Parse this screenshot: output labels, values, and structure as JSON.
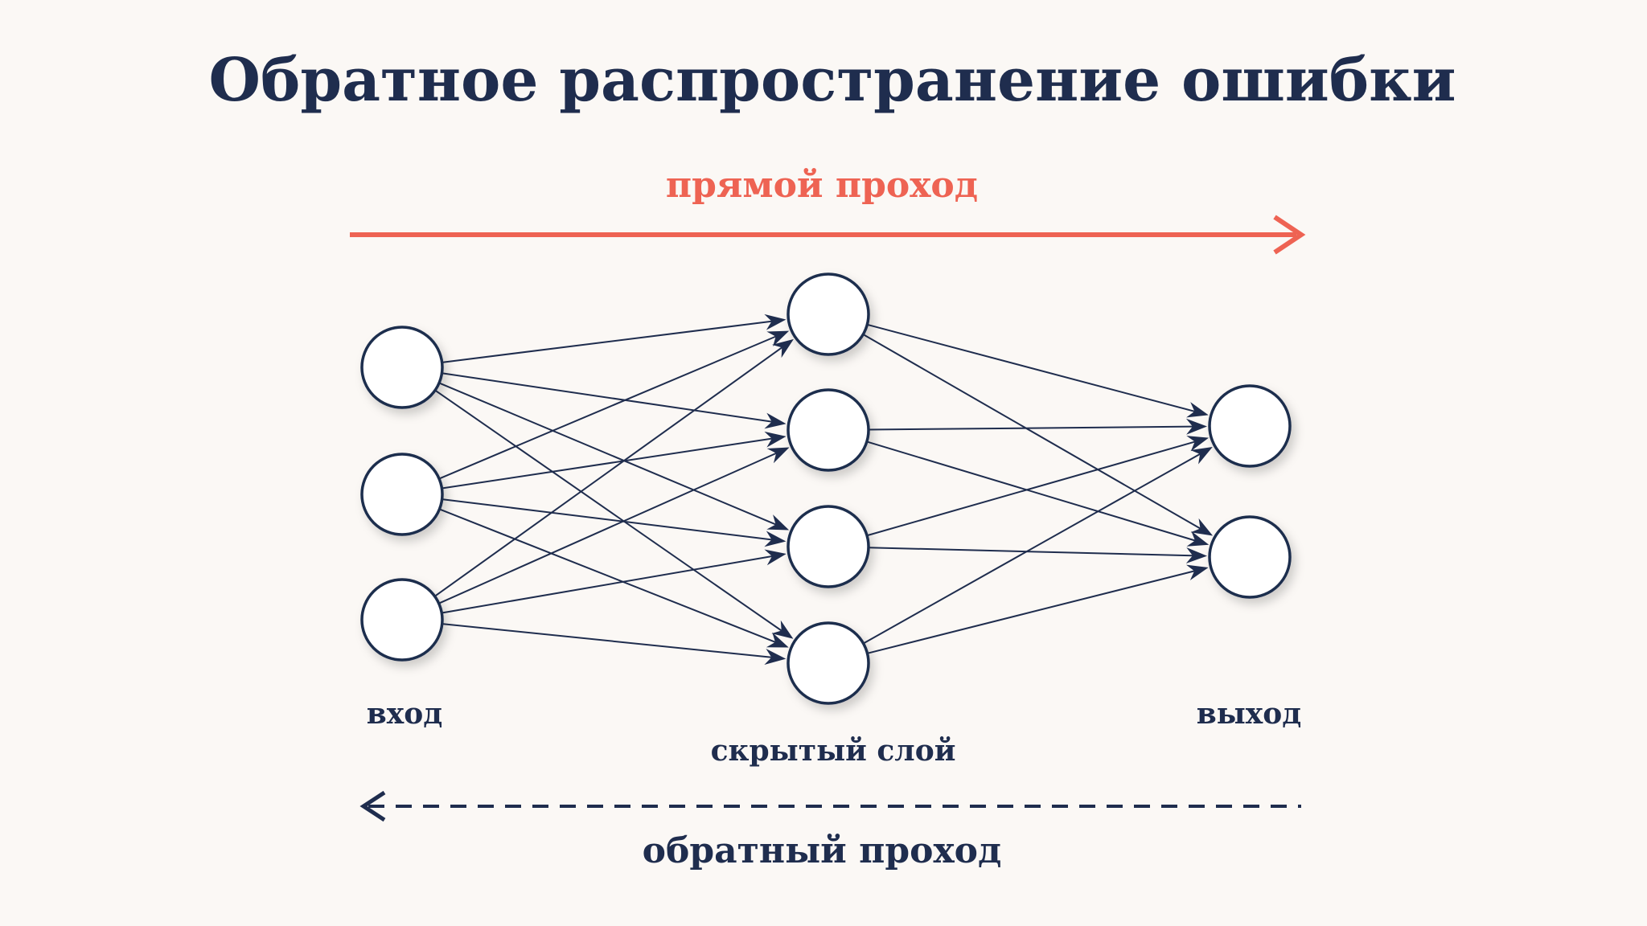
{
  "title": "Обратное распространение ошибки",
  "forward_label": "прямой проход",
  "backward_label": "обратный проход",
  "layers": [
    {
      "label": "вход",
      "neurons": 3
    },
    {
      "label": "скрытый слой",
      "neurons": 4
    },
    {
      "label": "выход",
      "neurons": 2
    }
  ],
  "colors": {
    "background": "#fbf8f5",
    "ink": "#1f2d4e",
    "accent": "#ee6353",
    "node_fill": "#ffffff"
  }
}
